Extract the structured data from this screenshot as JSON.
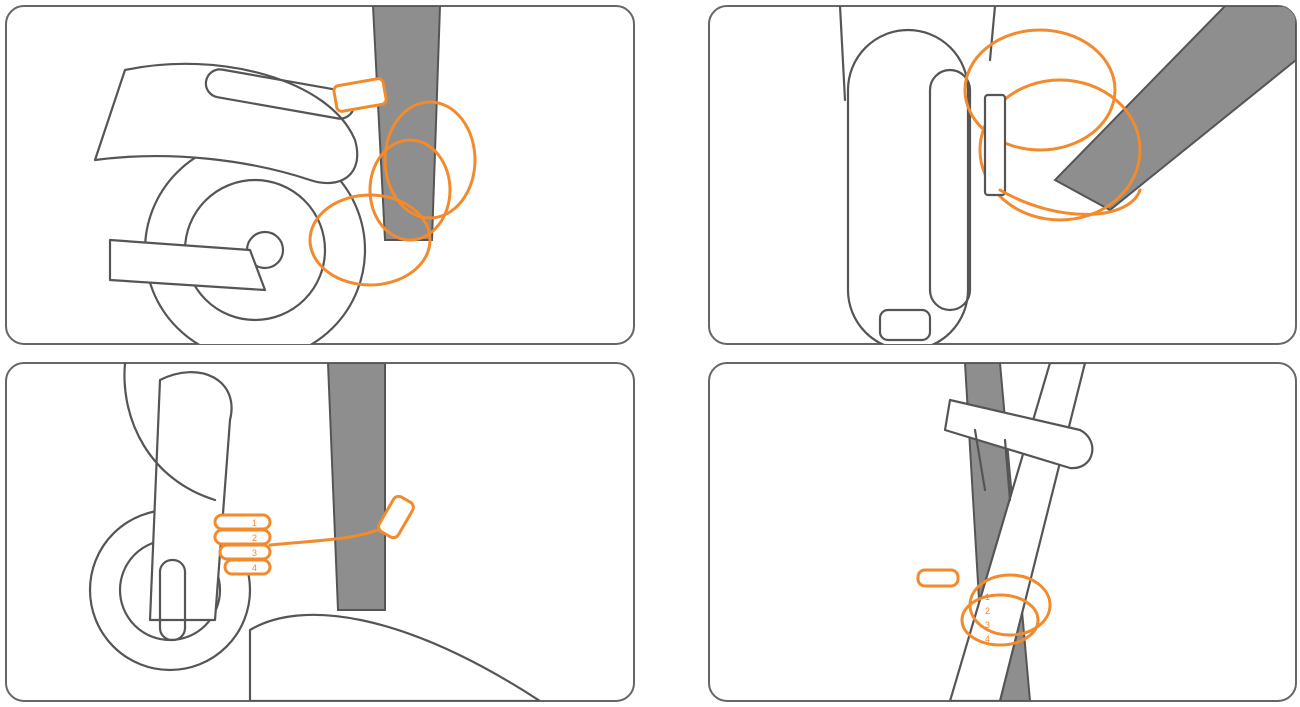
{
  "colors": {
    "cable": "#f28a2e",
    "pole": "#8e8e8e",
    "line": "#555555",
    "border": "#666666"
  },
  "panels": [
    {
      "step": "rear-wheel-lock"
    },
    {
      "step": "front-wheel-lock"
    },
    {
      "step": "stem-lock"
    },
    {
      "step": "handlebar-lock"
    }
  ],
  "lock_digits": [
    "1",
    "2",
    "3",
    "4"
  ]
}
